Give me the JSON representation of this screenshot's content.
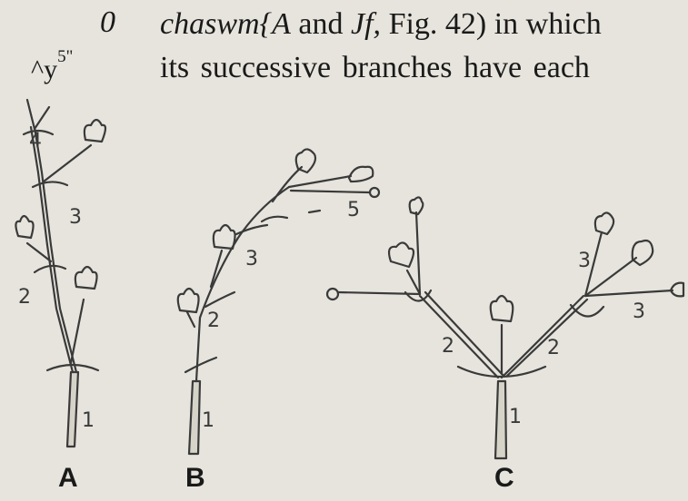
{
  "text": {
    "ocr_zero": "0",
    "ocr_caret": "^y",
    "ocr_sup": "5\"",
    "line1_italic1": "chaswm{A",
    "line1_and": " and ",
    "line1_italic2": "Jf,",
    "line1_rest": " Fig. 42) in which",
    "line2": "its successive branches have each"
  },
  "figure": {
    "A": {
      "label": "A",
      "numbers": [
        "1",
        "2",
        "3",
        "4"
      ]
    },
    "B": {
      "label": "B",
      "numbers": [
        "1",
        "2",
        "3",
        "5"
      ]
    },
    "C": {
      "label": "C",
      "numbers": [
        "1",
        "2",
        "2",
        "3",
        "3"
      ]
    }
  },
  "colors": {
    "paper": "#e6e4dc",
    "ink": "#1a1a1a",
    "pencil": "#3a3a3a"
  }
}
